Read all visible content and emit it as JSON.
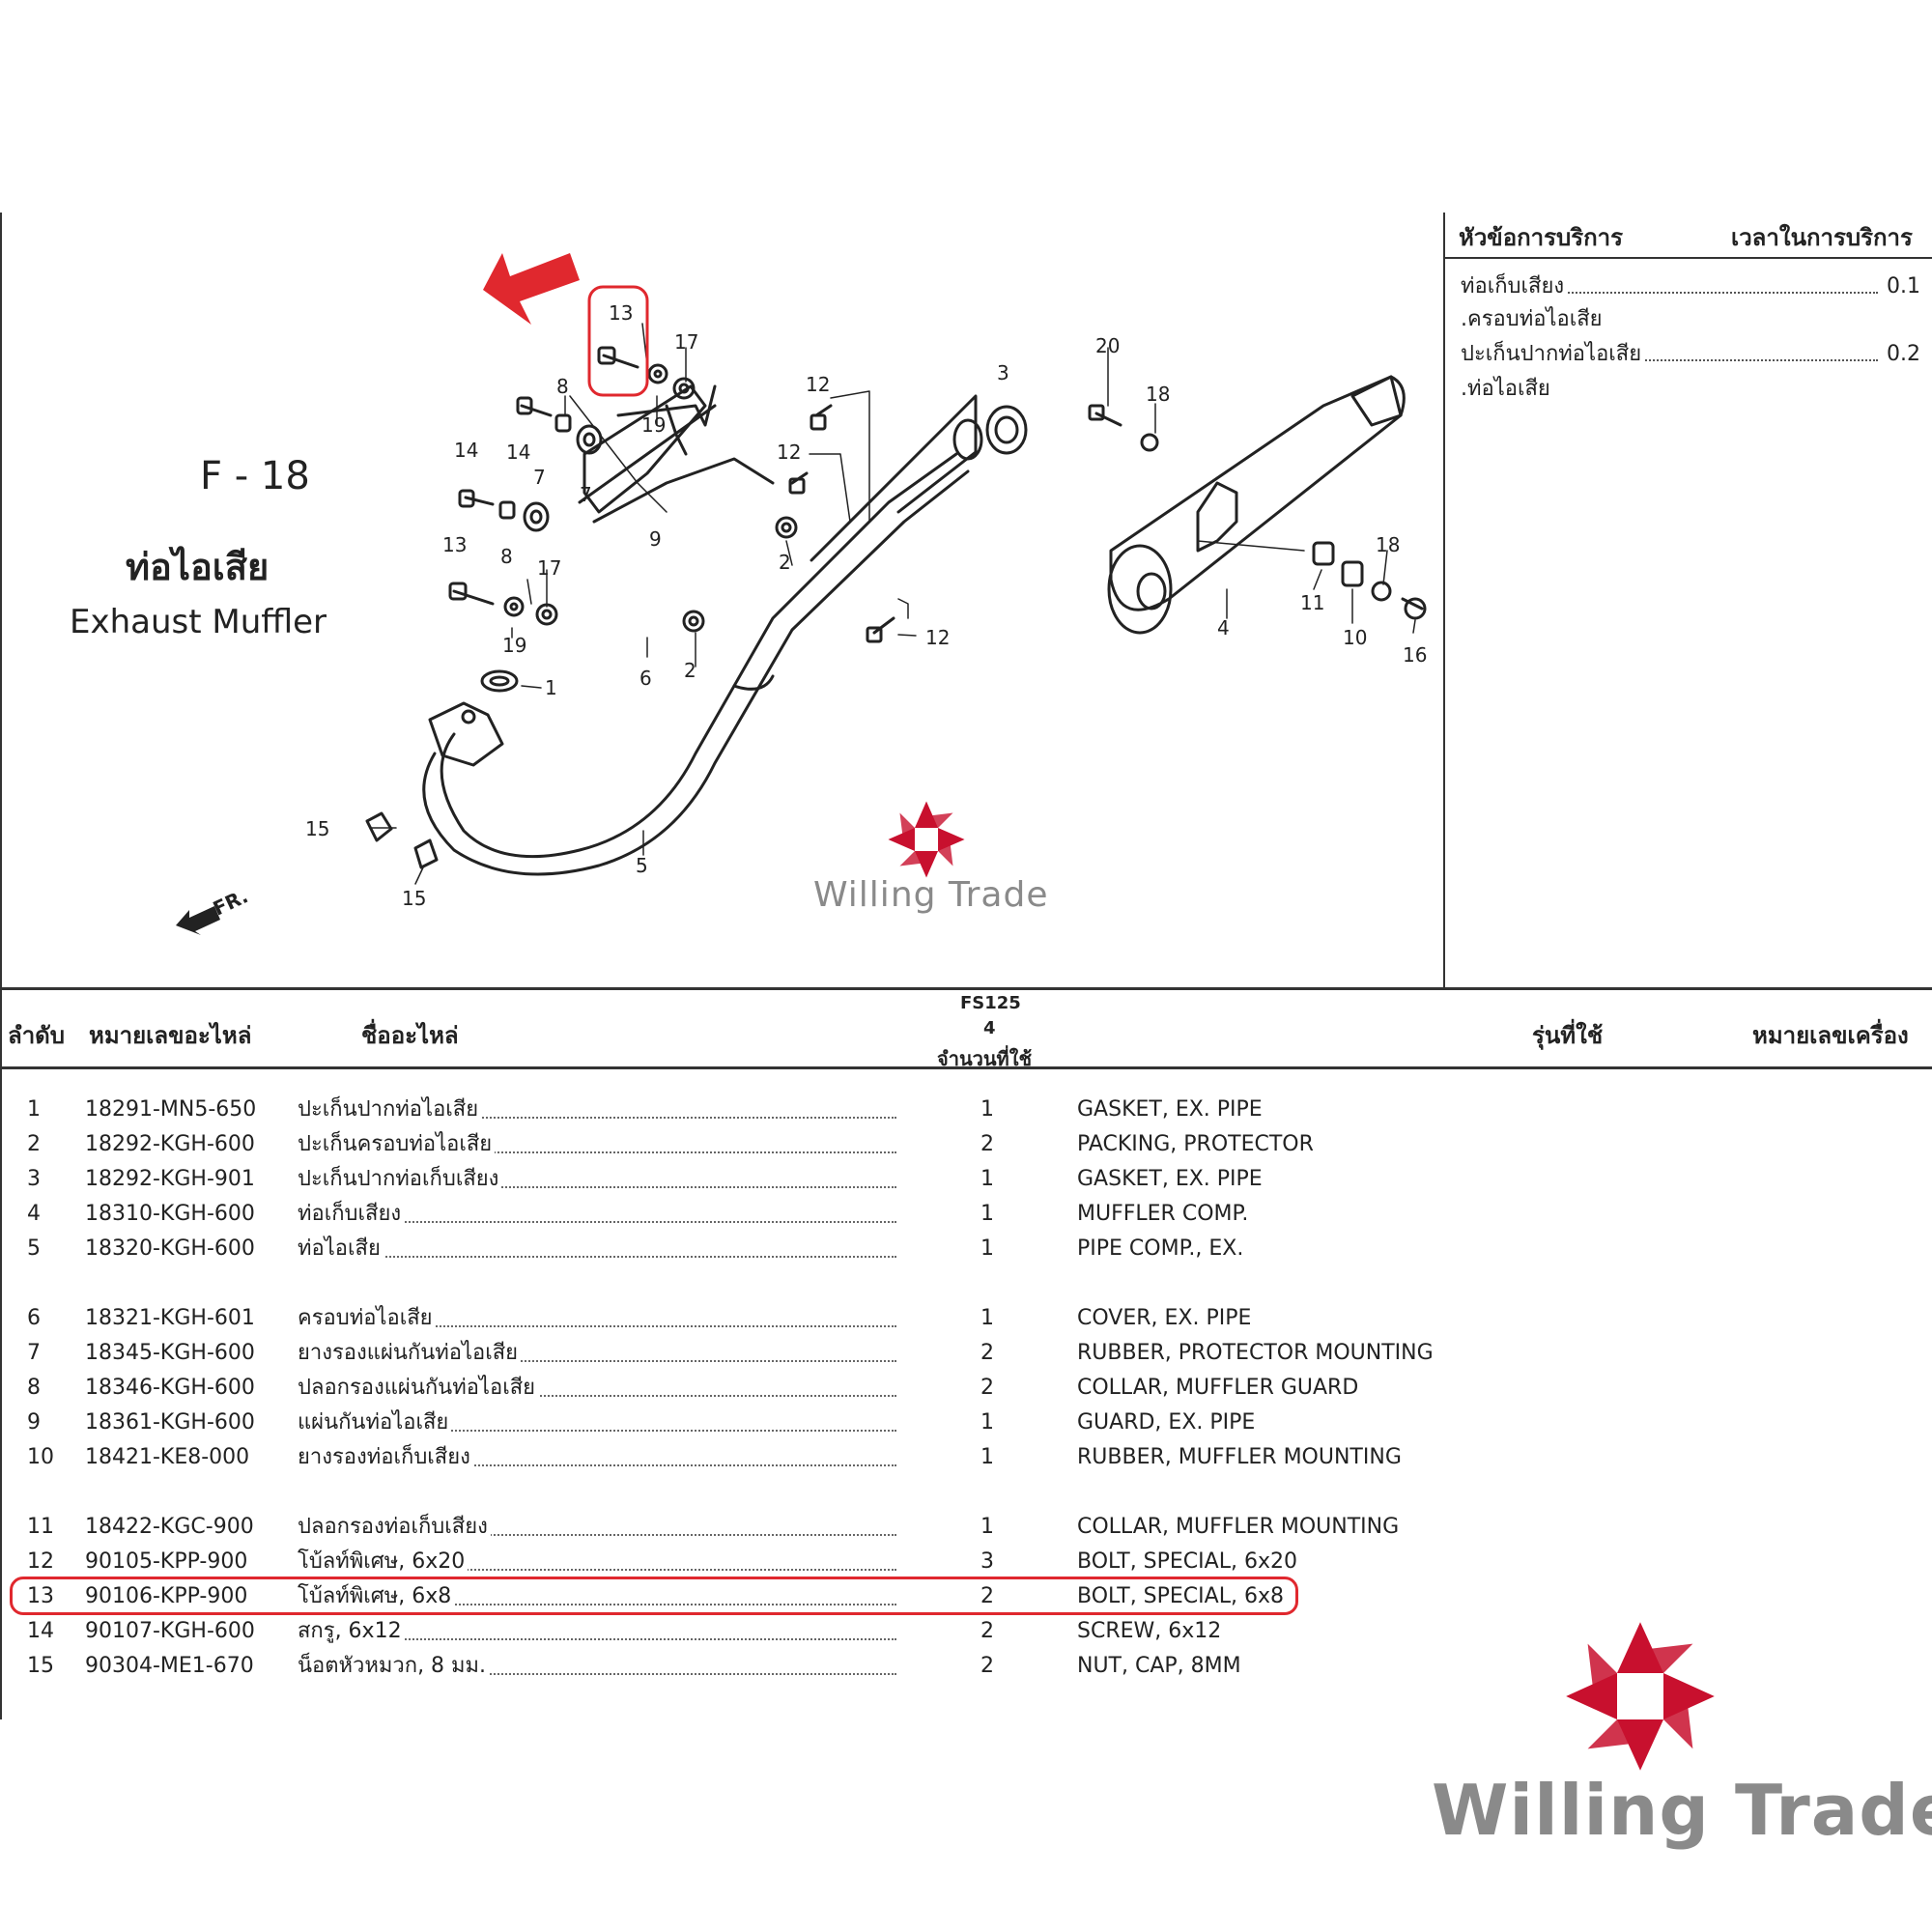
{
  "figure": {
    "code": "F - 18",
    "title_th": "ท่อไอเสีย",
    "title_en": "Exhaust Muffler",
    "front_label": "FR."
  },
  "service_box": {
    "header_item": "หัวข้อการบริการ",
    "header_time": "เวลาในการบริการ",
    "rows": [
      {
        "name": "ท่อเก็บเสียง",
        "time": "0.1"
      },
      {
        "name": ".ครอบท่อไอเสีย",
        "time": ""
      },
      {
        "name": "ปะเก็นปากท่อไอเสีย",
        "time": "0.2"
      },
      {
        "name": ".ท่อไอเสีย",
        "time": ""
      }
    ]
  },
  "table": {
    "headers": {
      "seq": "ลำดับ",
      "part_no": "หมายเลขอะไหล่",
      "part_name": "ชื่ออะไหล่",
      "model": "FS125",
      "model_sub": "4",
      "qty": "จำนวนที่ใช้",
      "model_used": "รุ่นที่ใช้",
      "engine_no": "หมายเลขเครื่อง"
    },
    "groups": [
      [
        {
          "no": "1",
          "part": "18291-MN5-650",
          "th": "ปะเก็นปากท่อไอเสีย",
          "qty": "1",
          "en": "GASKET, EX. PIPE"
        },
        {
          "no": "2",
          "part": "18292-KGH-600",
          "th": "ปะเก็นครอบท่อไอเสีย",
          "qty": "2",
          "en": "PACKING, PROTECTOR"
        },
        {
          "no": "3",
          "part": "18292-KGH-901",
          "th": "ปะเก็นปากท่อเก็บเสียง",
          "qty": "1",
          "en": "GASKET, EX. PIPE"
        },
        {
          "no": "4",
          "part": "18310-KGH-600",
          "th": "ท่อเก็บเสียง",
          "qty": "1",
          "en": "MUFFLER COMP."
        },
        {
          "no": "5",
          "part": "18320-KGH-600",
          "th": "ท่อไอเสีย",
          "qty": "1",
          "en": "PIPE COMP., EX."
        }
      ],
      [
        {
          "no": "6",
          "part": "18321-KGH-601",
          "th": "ครอบท่อไอเสีย",
          "qty": "1",
          "en": "COVER, EX. PIPE"
        },
        {
          "no": "7",
          "part": "18345-KGH-600",
          "th": "ยางรองแผ่นกันท่อไอเสีย",
          "qty": "2",
          "en": "RUBBER, PROTECTOR MOUNTING"
        },
        {
          "no": "8",
          "part": "18346-KGH-600",
          "th": "ปลอกรองแผ่นกันท่อไอเสีย",
          "qty": "2",
          "en": "COLLAR, MUFFLER GUARD"
        },
        {
          "no": "9",
          "part": "18361-KGH-600",
          "th": "แผ่นกันท่อไอเสีย",
          "qty": "1",
          "en": "GUARD, EX. PIPE"
        },
        {
          "no": "10",
          "part": "18421-KE8-000",
          "th": "ยางรองท่อเก็บเสียง",
          "qty": "1",
          "en": "RUBBER, MUFFLER MOUNTING"
        }
      ],
      [
        {
          "no": "11",
          "part": "18422-KGC-900",
          "th": "ปลอกรองท่อเก็บเสียง",
          "qty": "1",
          "en": "COLLAR, MUFFLER MOUNTING"
        },
        {
          "no": "12",
          "part": "90105-KPP-900",
          "th": "โบ้ลท์พิเศษ, 6x20",
          "qty": "3",
          "en": "BOLT, SPECIAL, 6x20"
        },
        {
          "no": "13",
          "part": "90106-KPP-900",
          "th": "โบ้ลท์พิเศษ, 6x8",
          "qty": "2",
          "en": "BOLT, SPECIAL, 6x8"
        },
        {
          "no": "14",
          "part": "90107-KGH-600",
          "th": "สกรู, 6x12",
          "qty": "2",
          "en": "SCREW, 6x12"
        },
        {
          "no": "15",
          "part": "90304-ME1-670",
          "th": "น็อตหัวหมวก, 8 มม.",
          "qty": "2",
          "en": "NUT, CAP, 8MM"
        }
      ]
    ],
    "highlighted_item": "13"
  },
  "watermark": {
    "brand": "Willing Trade"
  },
  "callouts": [
    "13",
    "17",
    "8",
    "19",
    "14",
    "14",
    "7",
    "7",
    "9",
    "13",
    "8",
    "17",
    "19",
    "1",
    "6",
    "2",
    "12",
    "12",
    "3",
    "2",
    "12",
    "20",
    "18",
    "18",
    "11",
    "10",
    "16",
    "4",
    "15",
    "15",
    "5"
  ],
  "colors": {
    "highlight_red": "#e0282e",
    "logo_red": "#c8102e",
    "watermark_gray": "#8a8a8a"
  }
}
